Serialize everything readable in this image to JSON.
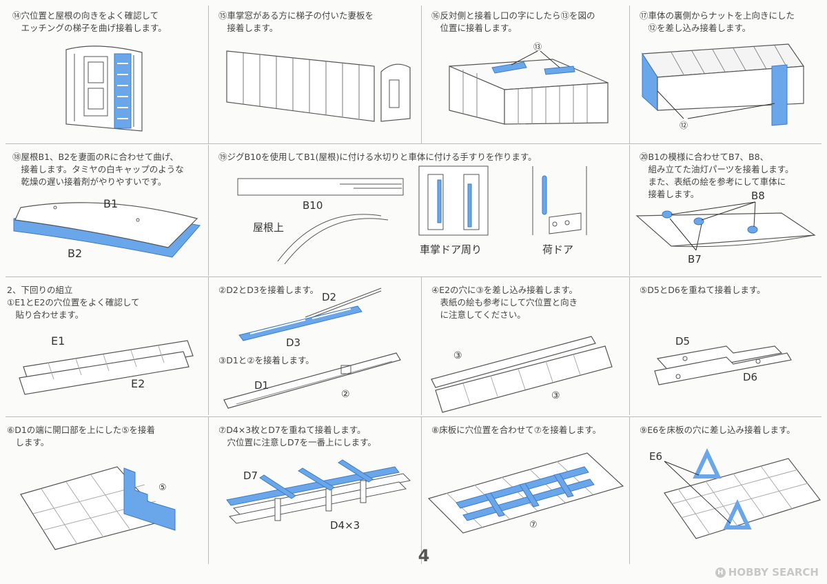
{
  "colors": {
    "accent": "#6aa6ea",
    "line": "#555555",
    "grid": "#bbbbbb"
  },
  "steps": [
    {
      "text": "⑭穴位置と屋根の向きをよく確認して\n　エッチングの梯子を曲げ接着します。"
    },
    {
      "text": "⑮車掌窓がある方に梯子の付いた妻板を\n　接着します。"
    },
    {
      "text": "⑯反対側と接着し口の字にしたら⑬を図の\n　位置に接着します。",
      "labels": [
        "⑬"
      ]
    },
    {
      "text": "⑰車体の裏側からナットを上向きにした\n　⑫を差し込み接着します。",
      "labels": [
        "⑫"
      ]
    },
    {
      "text": "⑱屋根B1、B2を妻面のRに合わせて曲げ、\n　接着します。タミヤの白キャップのような\n　乾燥の遅い接着剤がやりやすいです。",
      "labels": [
        "B1",
        "B2"
      ]
    },
    {
      "text": "⑲ジグB10を使用してB1(屋根)に付ける水切りと車体に付ける手すりを作ります。",
      "labels": [
        "B10",
        "屋根上",
        "車掌ドア周り",
        "荷ドア"
      ]
    },
    {
      "text": "⑳B1の模様に合わせてB7、B8、\n　組み立てた油灯パーツを接着します。\n　また、表紙の絵を参考にして車体に\n　接着します。",
      "labels": [
        "B8",
        "B7"
      ]
    },
    {
      "text": "2、下回りの組立\n①E1とE2の穴位置をよく確認して\n　貼り合わせます。",
      "labels": [
        "E1",
        "E2"
      ]
    },
    {
      "text": "②D2とD3を接着します。",
      "text2": "③D1と②を接着します。",
      "labels": [
        "D2",
        "D3",
        "D1",
        "②"
      ]
    },
    {
      "text": "④E2の穴に③を差し込み接着します。\n　表紙の絵も参考にして穴位置と向き\n　に注意してください。",
      "labels": [
        "③",
        "③"
      ]
    },
    {
      "text": "⑤D5とD6を重ねて接着します。",
      "labels": [
        "D5",
        "D6"
      ]
    },
    {
      "text": "⑥D1の端に開口部を上にした⑤を接着\n　します。",
      "labels": [
        "⑤"
      ]
    },
    {
      "text": "⑦D4×3枚とD7を重ねて接着します。\n　穴位置に注意しD7を一番上にします。",
      "labels": [
        "D7",
        "D4×3"
      ]
    },
    {
      "text": "⑧床板に穴位置を合わせて⑦を接着します。",
      "labels": [
        "⑦"
      ]
    },
    {
      "text": "⑨E6を床板の穴に差し込み接着します。",
      "labels": [
        "E6"
      ]
    }
  ],
  "page_number": "4",
  "watermark": {
    "circle": "H",
    "text": "HOBBY SEARCH"
  }
}
